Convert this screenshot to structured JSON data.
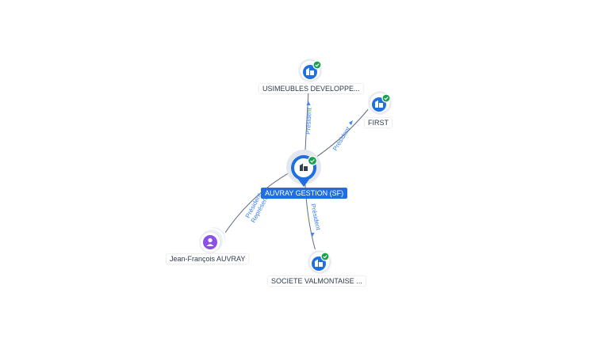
{
  "nodes": {
    "center": {
      "name": "AUVRAY GESTION (SF)"
    },
    "usimeubles": {
      "name": "USIMEUBLES DEVELOPPE..."
    },
    "first": {
      "name": "FIRST"
    },
    "valmontaise": {
      "name": "SOCIETE VALMONTAISE ..."
    },
    "person": {
      "name": "Jean-François AUVRAY"
    }
  },
  "edges": {
    "to_usimeubles": "Président",
    "to_first": "Président",
    "to_valmontaise": "Président",
    "to_person_1": "Président",
    "to_person_2": "Représentant"
  },
  "colors": {
    "company": "#1f6fe0",
    "person": "#8b50e8",
    "check": "#1aa04f",
    "edge_label": "#3b82f6"
  }
}
